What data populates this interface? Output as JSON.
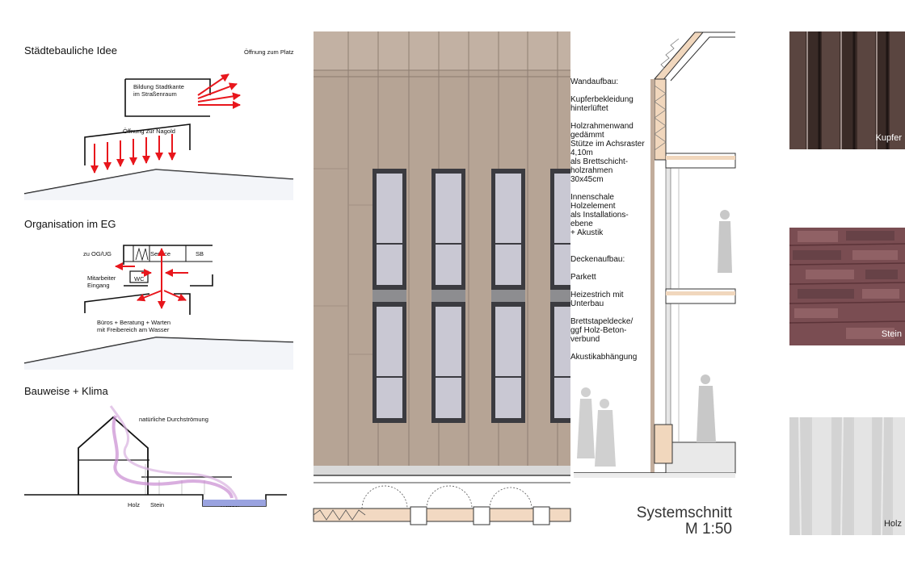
{
  "panel1": {
    "heading": "Städtebauliche Idee",
    "label_top_right": "Öffnung zum Platz",
    "label_box": [
      "Bildung Stadtkante",
      "im Straßenraum"
    ],
    "label_mid": "Öffnung zur Nagold"
  },
  "panel2": {
    "heading": "Organisation im EG",
    "label_up": "zu OG/UG",
    "label_service": "Service",
    "label_sb": "SB",
    "label_staff": [
      "Mitarbeiter",
      "Eingang"
    ],
    "label_wc": "WC",
    "label_bottom": [
      "Büros + Beratung + Warten",
      "mit Freibereich am Wasser"
    ]
  },
  "panel3": {
    "heading": "Bauweise + Klima",
    "label_airflow": "natürliche Durchströmung",
    "label_wood": "Holz",
    "label_stone": "Stein",
    "label_water": "Wasser"
  },
  "wall": {
    "lines": [
      "Wandaufbau:",
      "",
      "Kupferbekleidung",
      "hinterlüftet",
      "",
      "Holzrahmenwand",
      "gedämmt",
      "Stütze im Achsraster",
      "4,10m",
      "als Brettschicht-",
      "holzrahmen",
      "30x45cm",
      "",
      "Innenschale",
      "Holzelement",
      "als Installations-",
      "ebene",
      "+ Akustik",
      "",
      "",
      "Deckenaufbau:",
      "",
      "Parkett",
      "",
      "Heizestrich mit",
      "Unterbau",
      "",
      "Brettstapeldecke/",
      "ggf Holz-Beton-",
      "verbund",
      "",
      "Akustikabhängung"
    ]
  },
  "section_title": [
    "Systemschnitt",
    "M 1:50"
  ],
  "materials": [
    {
      "label": "Kupfer"
    },
    {
      "label": "Stein"
    },
    {
      "label": "Holz"
    }
  ],
  "colors": {
    "arrow_red": "#e8161c",
    "copper_panel": "#b3a192",
    "copper_dark": "#3a2b27",
    "stone": "#7a4d52",
    "wood": "#e4e4e4",
    "airflow": "#c98bd1",
    "water": "#9aa3e0"
  }
}
